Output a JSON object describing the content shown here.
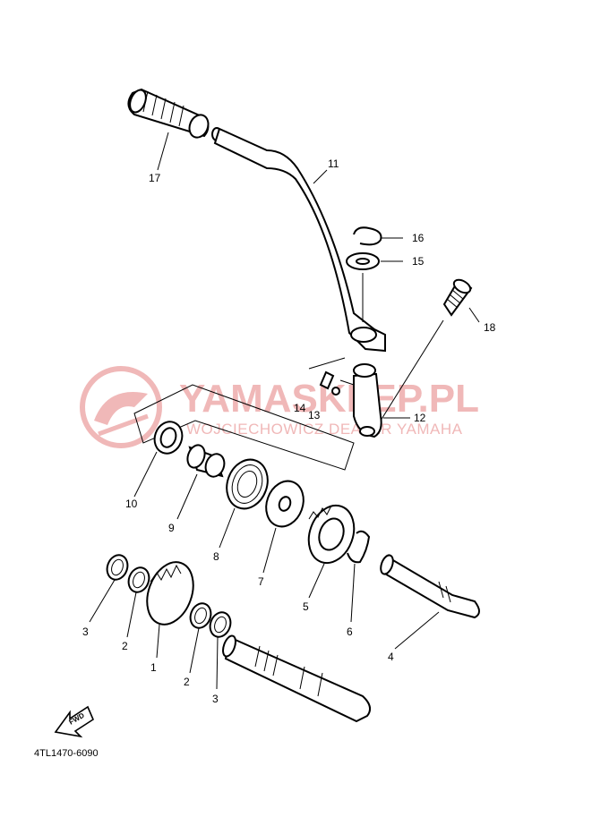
{
  "watermark": {
    "title": "YAMASKLEP.PL",
    "subtitle": "WOJCIECHOWICZ DEALER YAMAHA",
    "color": "#f0b8b8"
  },
  "diagram_code": "4TL1470-6090",
  "fwd_label": "FWD",
  "callouts": {
    "c1": "1",
    "c2a": "2",
    "c2b": "2",
    "c3a": "3",
    "c3b": "3",
    "c4": "4",
    "c5": "5",
    "c6": "6",
    "c7": "7",
    "c8": "8",
    "c9": "9",
    "c10": "10",
    "c11": "11",
    "c12": "12",
    "c13": "13",
    "c14": "14",
    "c15": "15",
    "c16": "16",
    "c17": "17",
    "c18": "18"
  }
}
